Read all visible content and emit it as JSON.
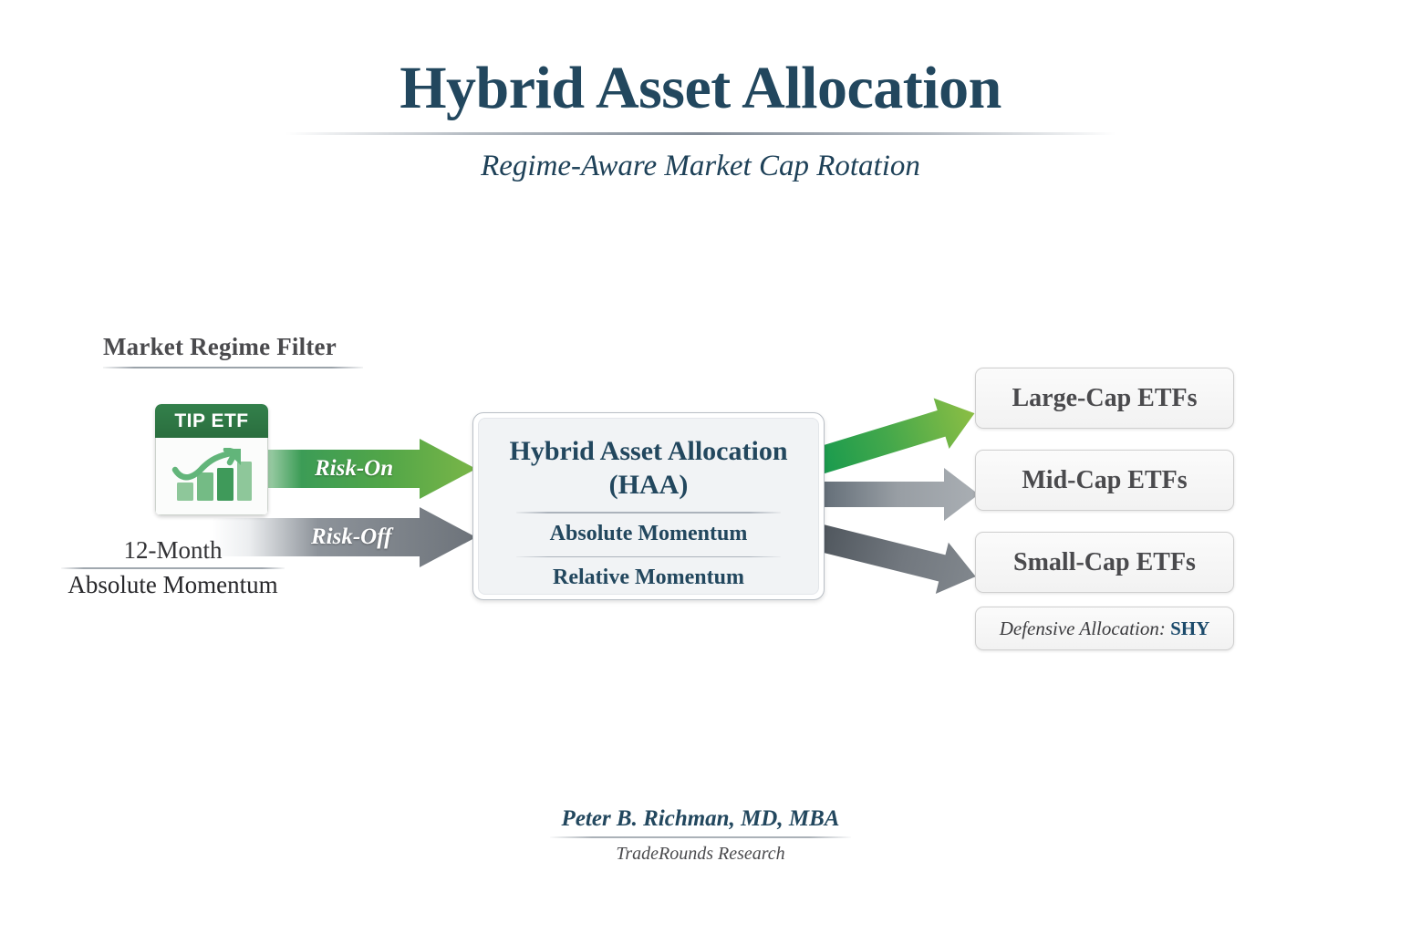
{
  "header": {
    "title": "Hybrid Asset Allocation",
    "subtitle": "Regime-Aware Market Cap Rotation"
  },
  "regime": {
    "heading": "Market Regime Filter",
    "signal_card": {
      "ticker_label": "TIP ETF",
      "icon": "bar-chart-up-icon"
    },
    "momentum_label_top": "12-Month",
    "momentum_label_bottom": "Absolute Momentum",
    "arrows": [
      {
        "label": "Risk-On",
        "color": "#5aa744"
      },
      {
        "label": "Risk-Off",
        "color": "#7a7f86"
      }
    ]
  },
  "engine": {
    "title_line1": "Hybrid Asset Allocation",
    "title_line2": "(HAA)",
    "rule_items": [
      "Absolute Momentum",
      "Relative Momentum"
    ]
  },
  "outputs": {
    "boxes": [
      {
        "label": "Large-Cap ETFs",
        "arrow_color": "#6fb03c"
      },
      {
        "label": "Mid-Cap ETFs",
        "arrow_color": "#9aa0a6"
      },
      {
        "label": "Small-Cap ETFs",
        "arrow_color": "#6b7076"
      }
    ],
    "defensive": {
      "prefix": "Defensive Allocation:",
      "ticker": "SHY"
    }
  },
  "footer": {
    "author": "Peter B. Richman, MD, MBA",
    "organization": "TradeRounds Research"
  },
  "colors": {
    "title_navy": "#22475e",
    "heading_gray": "#4a4a4d",
    "green_dark": "#2a6e3e",
    "green_accent": "#5aa744",
    "green_light": "#7ab648",
    "gray_arrow": "#8d939a",
    "gray_arrow_dark": "#60666d",
    "ticker_navy": "#1b4a6b"
  }
}
